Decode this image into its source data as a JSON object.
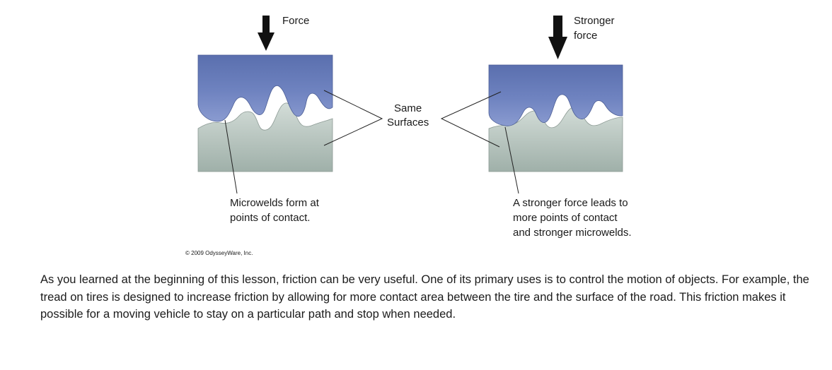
{
  "diagram": {
    "left_panel": {
      "force_label": "Force",
      "caption_line1": "Microwelds form at",
      "caption_line2": "points of contact."
    },
    "right_panel": {
      "force_label_line1": "Stronger",
      "force_label_line2": "force",
      "caption_line1": "A stronger force leads to",
      "caption_line2": "more points of contact",
      "caption_line3": "and stronger microwelds."
    },
    "center_label_line1": "Same",
    "center_label_line2": "Surfaces",
    "copyright": "© 2009 OdysseyWare, Inc.",
    "colors": {
      "upper_block": "#6a7fbc",
      "lower_block": "#b9c6c0",
      "arrow": "#111111"
    }
  },
  "body": {
    "paragraph": "As you learned at the beginning of this lesson, friction can be very useful. One of its primary uses is to control the motion of objects. For example, the tread on tires is designed to increase friction by allowing for more contact area between the tire and the surface of the road. This friction makes it possible for a moving vehicle to stay on a particular path and stop when needed."
  }
}
